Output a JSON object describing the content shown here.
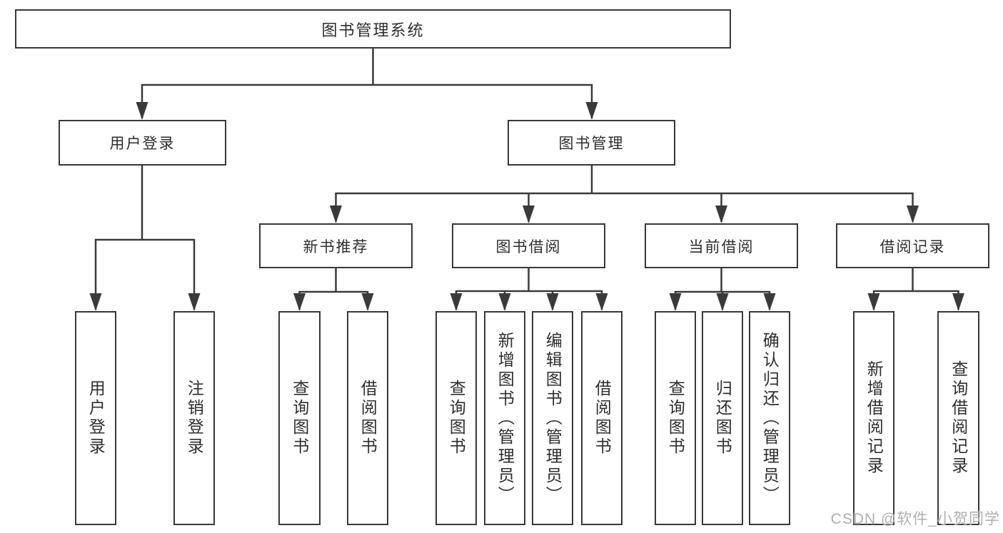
{
  "tree": {
    "root": {
      "label": "图书管理系统",
      "children": [
        {
          "label": "用户登录",
          "children": [
            {
              "label": "用户登录"
            },
            {
              "label": "注销登录"
            }
          ]
        },
        {
          "label": "图书管理",
          "children": [
            {
              "label": "新书推荐",
              "children": [
                {
                  "label": "查询图书"
                },
                {
                  "label": "借阅图书"
                }
              ]
            },
            {
              "label": "图书借阅",
              "children": [
                {
                  "label": "查询图书"
                },
                {
                  "label": "新增图书（管理员）"
                },
                {
                  "label": "编辑图书（管理员）"
                },
                {
                  "label": "借阅图书"
                }
              ]
            },
            {
              "label": "当前借阅",
              "children": [
                {
                  "label": "查询图书"
                },
                {
                  "label": "归还图书"
                },
                {
                  "label": "确认归还（管理员）"
                }
              ]
            },
            {
              "label": "借阅记录",
              "children": [
                {
                  "label": "新增借阅记录"
                },
                {
                  "label": "查询借阅记录"
                }
              ]
            }
          ]
        }
      ]
    }
  },
  "watermark": {
    "text": "CSDN @软件_小贺同学"
  },
  "colors": {
    "line": "#3a3a3a",
    "box_border": "#383838",
    "box_background": "#ffffff",
    "text": "#2e2e2e",
    "watermark": "#b0b0b0"
  }
}
